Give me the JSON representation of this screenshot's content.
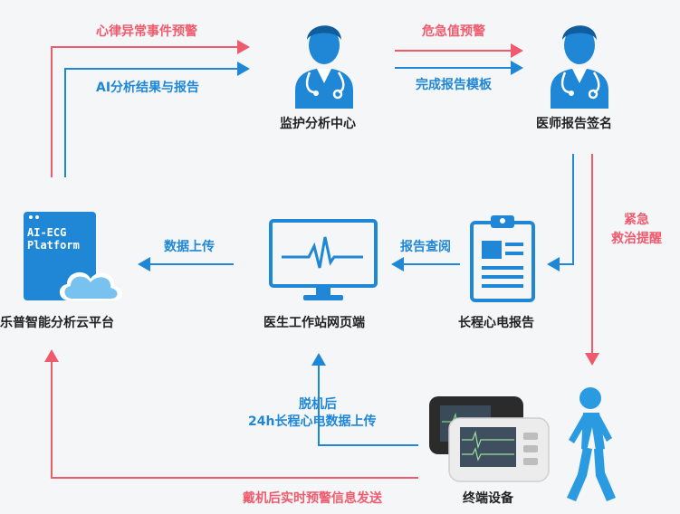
{
  "nodes": {
    "monitor_center": "监护分析中心",
    "doctor_sign": "医师报告签名",
    "cloud_platform": "乐普智能分析云平台",
    "workstation": "医生工作站网页端",
    "report": "长程心电报告",
    "terminal": "终端设备"
  },
  "platform_window": {
    "line1": "AI-ECG",
    "line2": "Platform"
  },
  "edges": {
    "abnormal_warning": "心律异常事件预警",
    "ai_result": "AI分析结果与报告",
    "critical_warning": "危急值预警",
    "report_template": "完成报告模板",
    "emergency_line1": "紧急",
    "emergency_line2": "救治提醒",
    "data_upload": "数据上传",
    "report_query": "报告查阅",
    "offline_line1": "脱机后",
    "offline_line2": "24h长程心电数据上传",
    "realtime_send": "戴机后实时预警信息发送"
  },
  "colors": {
    "blue": "#1f87d6",
    "red": "#ee5b6d",
    "person": "#2a9be0"
  }
}
